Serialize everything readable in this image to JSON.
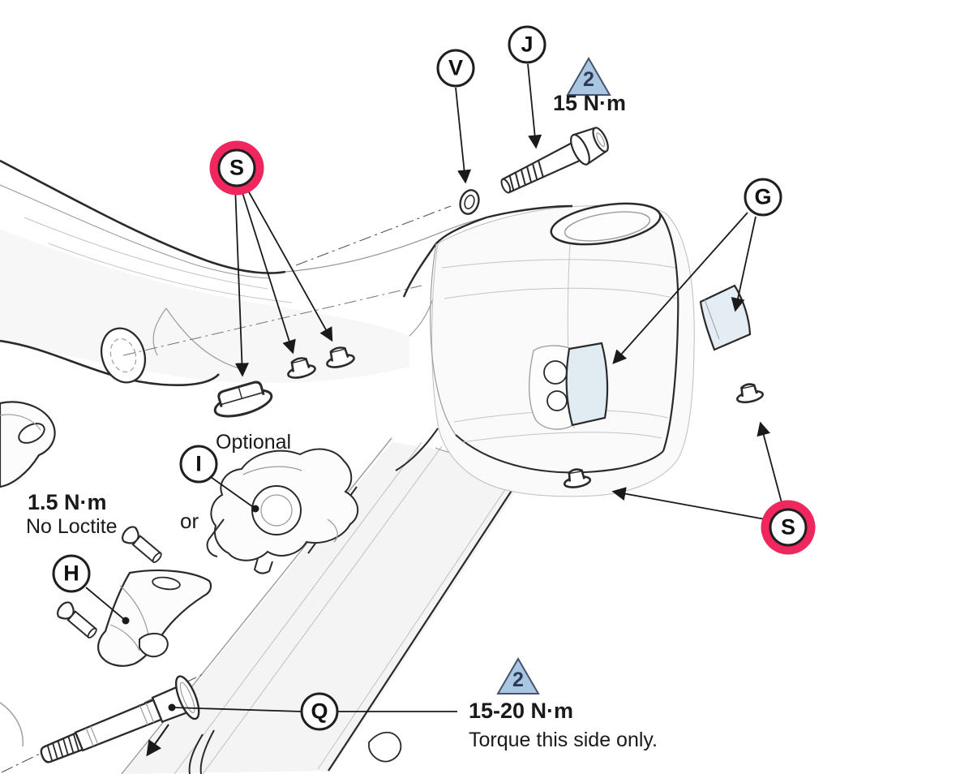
{
  "callouts": [
    {
      "label": "V",
      "highlighted": false
    },
    {
      "label": "J",
      "highlighted": false
    },
    {
      "label": "S",
      "highlighted": true
    },
    {
      "label": "G",
      "highlighted": false
    },
    {
      "label": "I",
      "highlighted": false
    },
    {
      "label": "H",
      "highlighted": false
    },
    {
      "label": "Q",
      "highlighted": false
    },
    {
      "label": "S",
      "highlighted": true
    }
  ],
  "warnings": [
    {
      "number": "2",
      "torque": "15 N·m"
    },
    {
      "number": "2",
      "torque": "15-20 N·m",
      "note": "Torque this side only."
    }
  ],
  "labels": {
    "torque_small": "1.5 N·m",
    "no_loctite": "No Loctite",
    "optional": "Optional",
    "or": "or"
  },
  "icons": [
    "warning-triangle-icon",
    "arrowhead-icon",
    "highlight-ring-icon"
  ],
  "colors": {
    "highlight_pink": "#F0275F",
    "warning_fill": "#A9C6E3",
    "warning_border": "#46536B",
    "warning_number": "#2C3A52",
    "line_dark": "#2A2A2A",
    "line_gray": "#9B9B9B",
    "part_fill": "#F6F6F6"
  }
}
